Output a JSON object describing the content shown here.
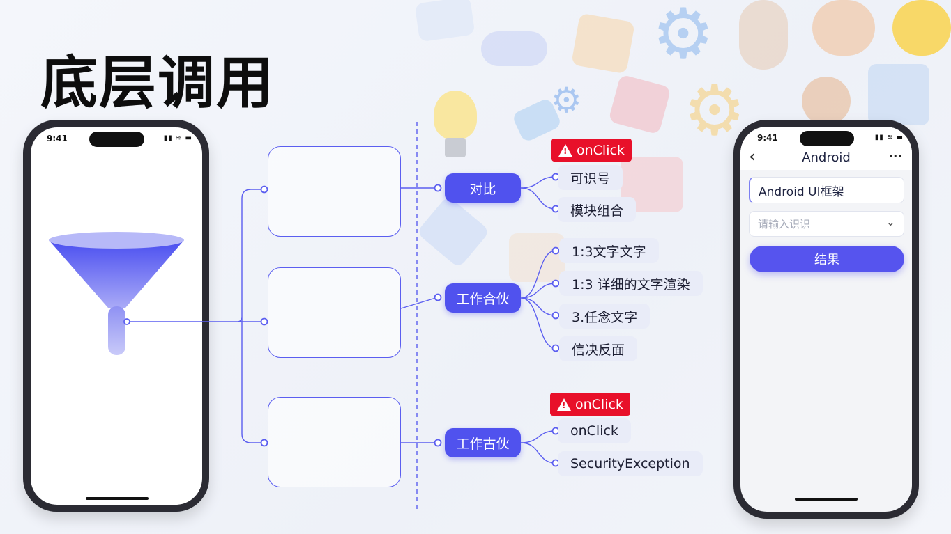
{
  "title": "底层调用",
  "left_phone": {
    "time": "9:41",
    "signal": "▮▮ ≋ ▬"
  },
  "mindmap": {
    "nodes": [
      {
        "label": "对比",
        "badge": "onClick",
        "leaves": [
          "可识号",
          "模块组合"
        ]
      },
      {
        "label": "工作合伙",
        "leaves": [
          "1:3文字文字",
          "1:3 详细的文字渲染",
          "3.任念文字",
          "信决反面"
        ]
      },
      {
        "label": "工作古伙",
        "badge": "onClick",
        "leaves": [
          "onClick",
          "SecurityException"
        ]
      }
    ]
  },
  "right_phone": {
    "time": "9:41",
    "signal": "▮▮ ≋ ▬",
    "back": "‹",
    "header_title": "Android",
    "more": "•••",
    "input_value": "Android UI框架",
    "select_placeholder": "请输入识识",
    "chevron": "⌄",
    "button_label": "结果"
  },
  "colors": {
    "accent": "#5052ee",
    "badge": "#e8102a",
    "leaf_bg": "#e9ecf8"
  }
}
